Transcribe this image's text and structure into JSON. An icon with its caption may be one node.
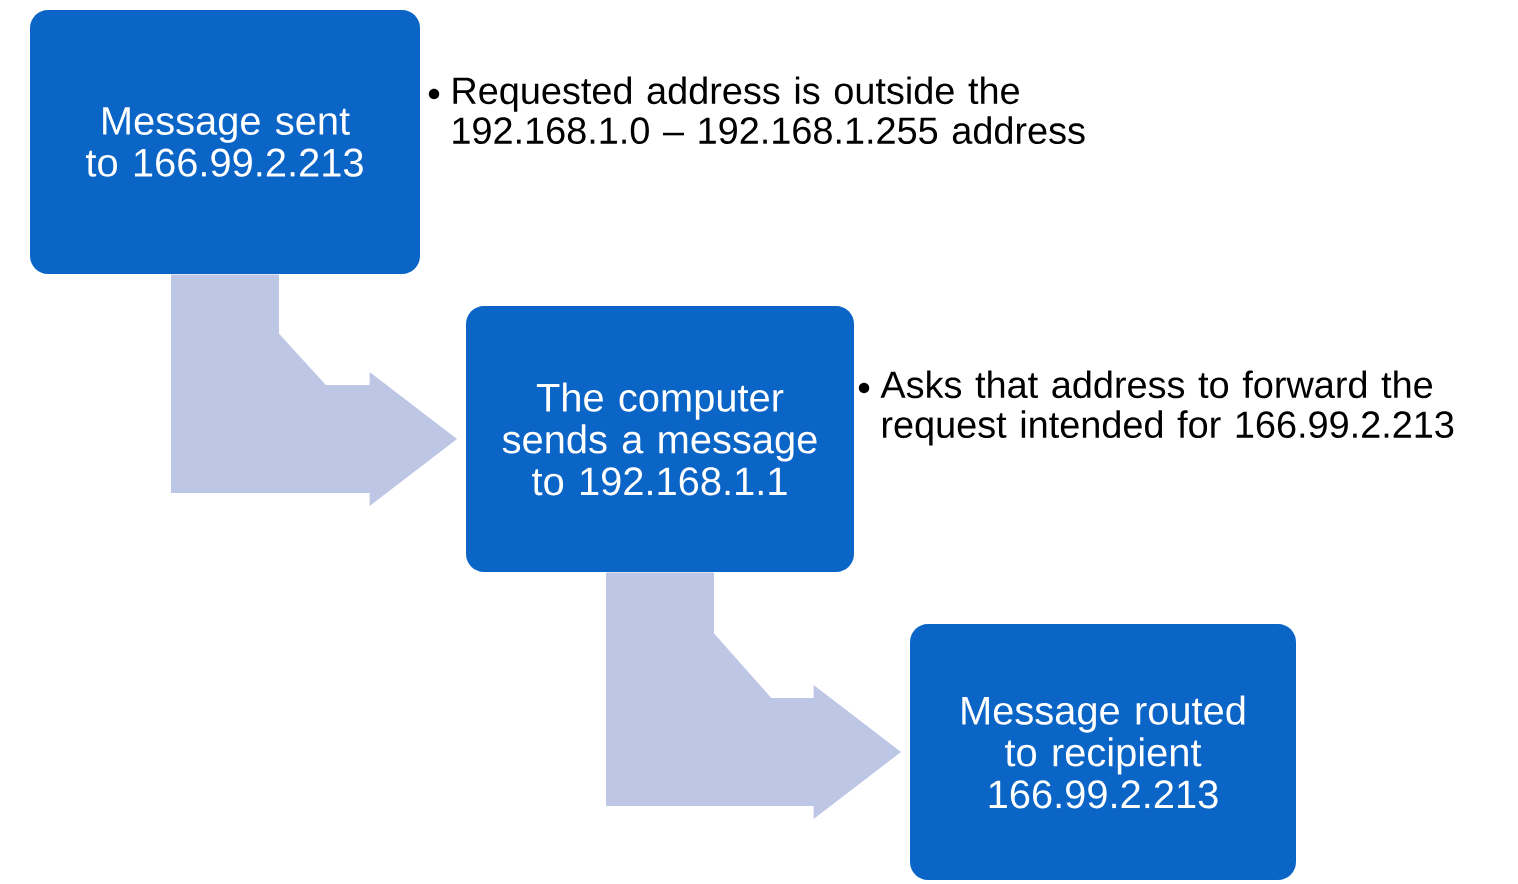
{
  "diagram": {
    "nodes": [
      {
        "text": [
          "Message sent to 166.99.2.213"
        ],
        "beside": [
          "Requested address is outside the 192.168.1.0 – 192.168.1.255 address"
        ]
      },
      {
        "text": [
          "The computer sends a message to 192.168.1.1"
        ],
        "beside": [
          "Asks that address to forward the request intended for 166.99.2.213"
        ]
      },
      {
        "text": [
          "Message routed to recipient 166.99.2.213"
        ]
      }
    ],
    "edges": [
      {
        "from": 0,
        "to": 1,
        "arrow": "to"
      },
      {
        "from": 1,
        "to": 2,
        "arrow": "to"
      }
    ]
  }
}
